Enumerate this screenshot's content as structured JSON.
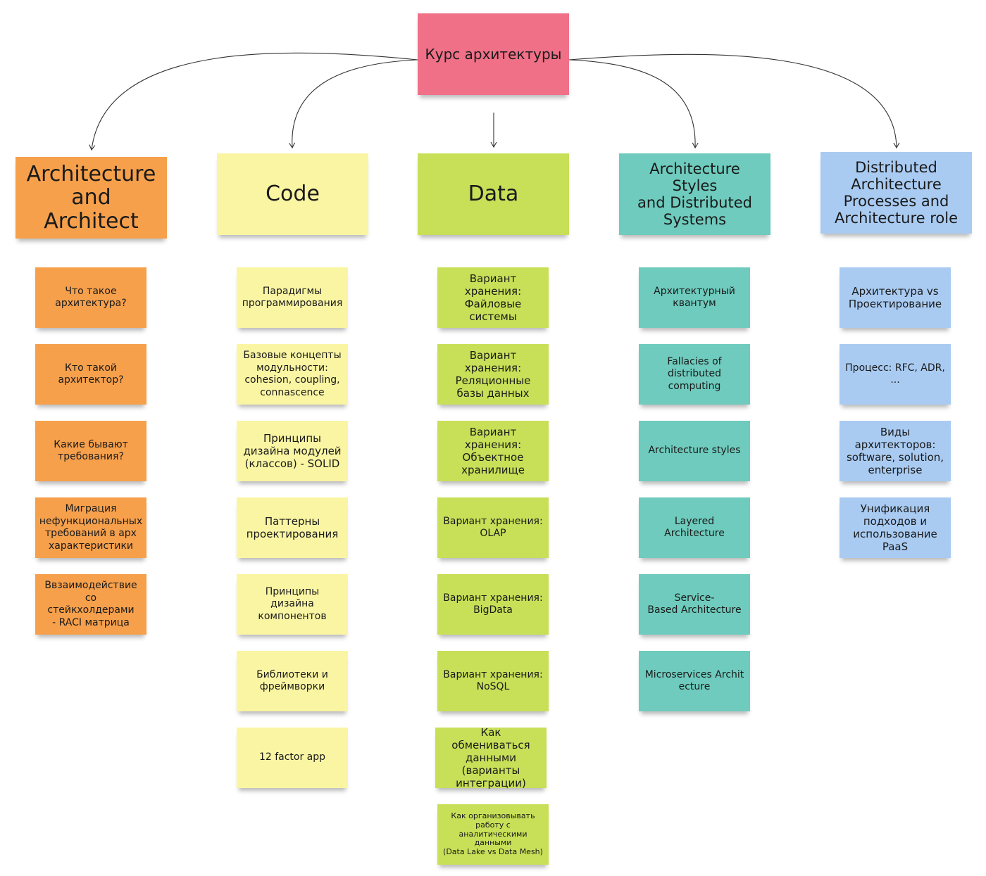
{
  "colors": {
    "root": "#f07088",
    "architecture": "#f6a04c",
    "code": "#faf5a3",
    "data": "#c8df58",
    "styles": "#6ecbbd",
    "distributed": "#a9cbf2"
  },
  "root": {
    "label": "Курс архитектуры"
  },
  "columns": [
    {
      "title": "Architecture\nand Architect",
      "items": [
        "Что такое\nархитектура?",
        "Кто такой\nархитектор?",
        "Какие бывают\nтребования?",
        "Миграция\nнефункциональных\nтребований в арх\nхарактеристики",
        "Ввзаимодействие\nсо стейкхолдерами\n- RACI матрица"
      ]
    },
    {
      "title": "Code",
      "items": [
        "Парадигмы\nпрограммирования",
        "Базовые концепты\nмодульности:\ncohesion, coupling,\nconnascence",
        "Принципы\nдизайна модулей\n(классов) - SOLID",
        "Паттерны\nпроектирования",
        "Принципы\nдизайна\nкомпонентов",
        "Библиотеки и\nфреймворки",
        "12 factor app"
      ]
    },
    {
      "title": "Data",
      "items": [
        "Вариант\nхранения:\nФайловые\nсистемы",
        "Вариант\nхранения:\nРеляционные\nбазы данных",
        "Вариант\nхранения:\nОбъектное\nхранилище",
        "Вариант хранения:\nOLAP",
        "Вариант хранения:\nBigData",
        "Вариант хранения:\nNoSQL",
        "Как обмениваться\nданными\n(варианты\nинтеграции)",
        "Как организовывать\nработу с аналитическими\nданными\n(Data Lake vs Data Mesh)"
      ]
    },
    {
      "title": "Architecture Styles\nand Distributed\nSystems",
      "items": [
        "Архитектурный\nквантум",
        "Fallacies of\ndistributed\ncomputing",
        "Architecture styles",
        "Layered\nArchitecture",
        "Service-\nBased Architecture",
        "Microservices Archit\necture"
      ]
    },
    {
      "title": "Distributed\nArchitecture\nProcesses and\nArchitecture role",
      "items": [
        "Архитектура vs\nПроектирование",
        "Процесс: RFC, ADR,\n...",
        "Виды\nархитекторов:\nsoftware, solution,\nenterprise",
        "Унификация\nподходов и\nиспользование\nPaaS"
      ]
    }
  ]
}
